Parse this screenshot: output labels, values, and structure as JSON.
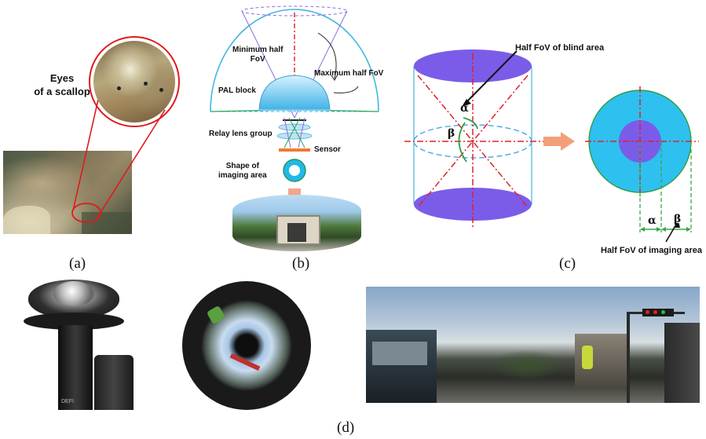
{
  "panel_a": {
    "label": "Eyes\nof a scallop",
    "caption": "(a)"
  },
  "panel_b": {
    "min_fov_label": "Minimum half\nFoV",
    "max_fov_label": "Maximum half FoV",
    "pal_block_label": "PAL block",
    "relay_label": "Relay lens group",
    "sensor_label": "Sensor",
    "shape_label": "Shape of\nimaging area",
    "caption": "(b)"
  },
  "panel_c": {
    "blind_label": "Half FoV of blind area",
    "imaging_label": "Half FoV of imaging area",
    "alpha": "α",
    "beta": "β",
    "caption": "(c)"
  },
  "panel_d": {
    "caption": "(d)",
    "camera_badge": "DEFI"
  },
  "colors": {
    "blind_purple": "#7b5ce8",
    "imaging_cyan": "#2ec0ef",
    "axis_red": "#e0202a",
    "green": "#3aa84a",
    "arrow_orange": "#f2a07a",
    "dashed_blue": "#4aa8e0"
  }
}
